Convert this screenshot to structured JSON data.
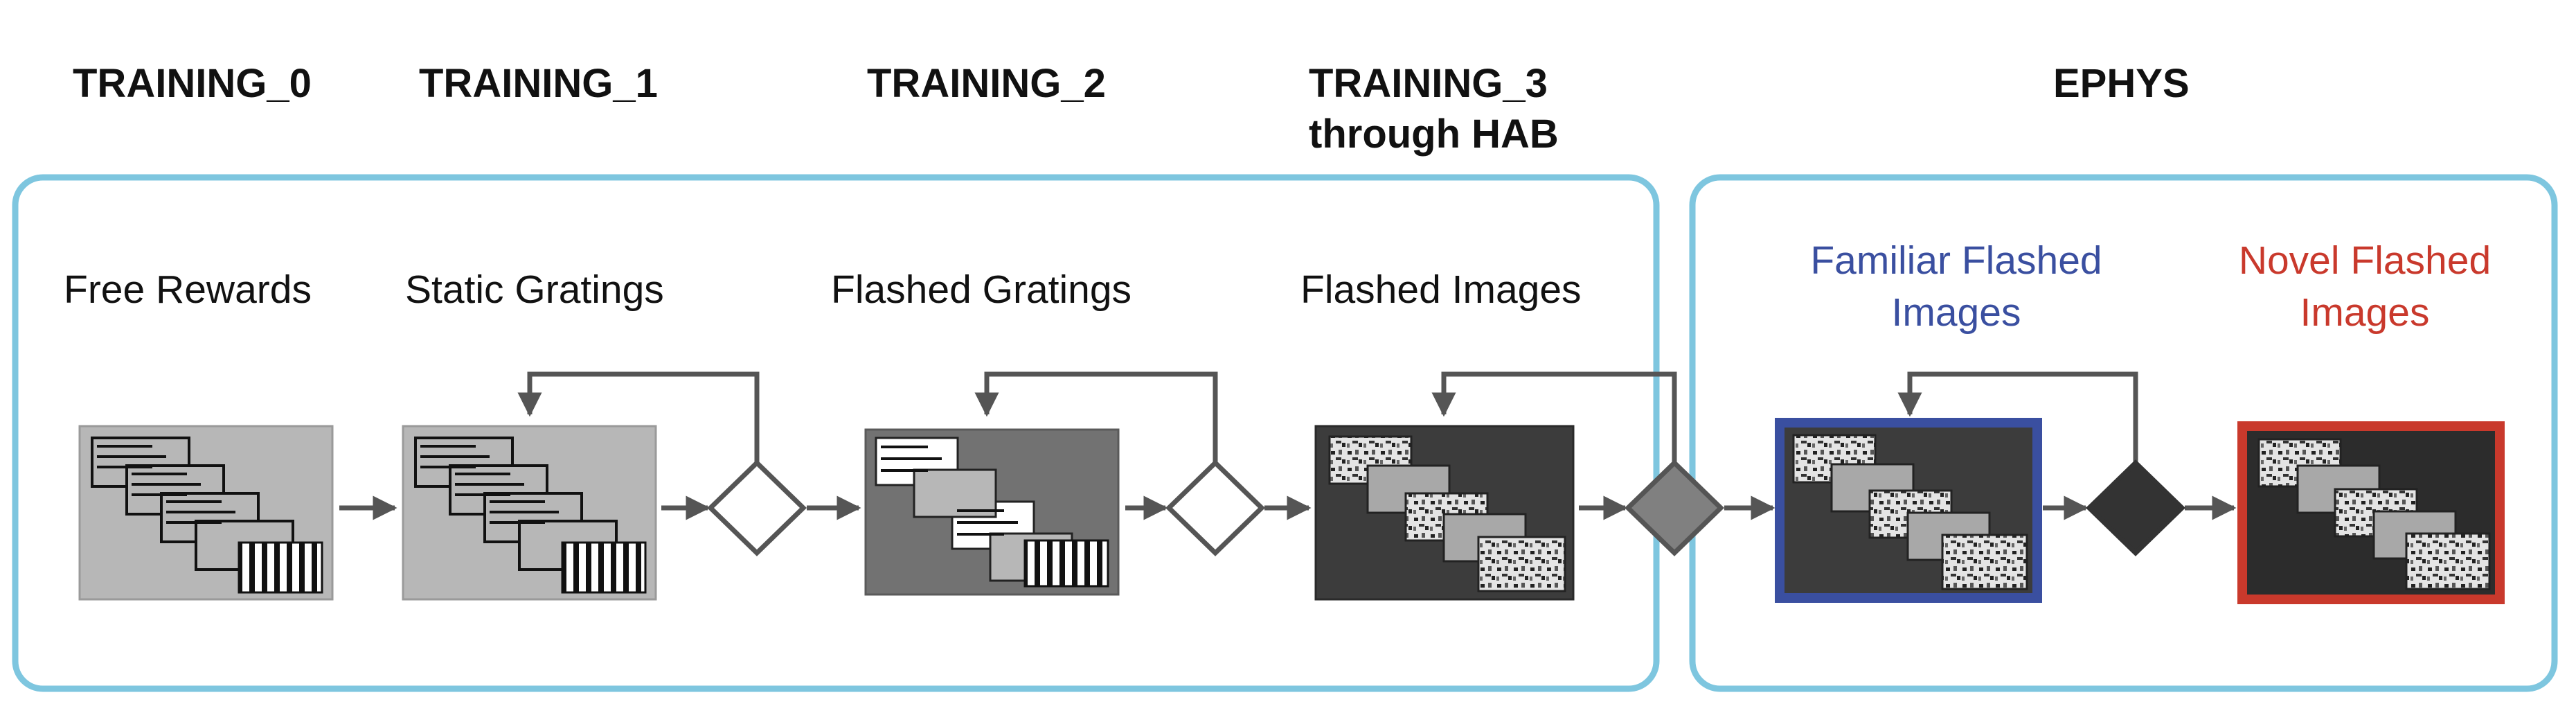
{
  "stages": {
    "training_0": "TRAINING_0",
    "training_1": "TRAINING_1",
    "training_2": "TRAINING_2",
    "training_3_line1": "TRAINING_3",
    "training_3_line2": "through HAB",
    "ephys": "EPHYS"
  },
  "conditions": {
    "free_rewards": "Free Rewards",
    "static_gratings": "Static Gratings",
    "flashed_gratings": "Flashed Gratings",
    "flashed_images": "Flashed Images",
    "familiar_line1": "Familiar Flashed",
    "familiar_line2": "Images",
    "novel_line1": "Novel Flashed",
    "novel_line2": "Images"
  },
  "colors": {
    "group_border": "#7ec6df",
    "familiar_accent": "#3a4fa0",
    "novel_accent": "#c9392c",
    "arrow": "#555555",
    "diamond_dark": "#333333",
    "diamond_mid": "#808080"
  }
}
